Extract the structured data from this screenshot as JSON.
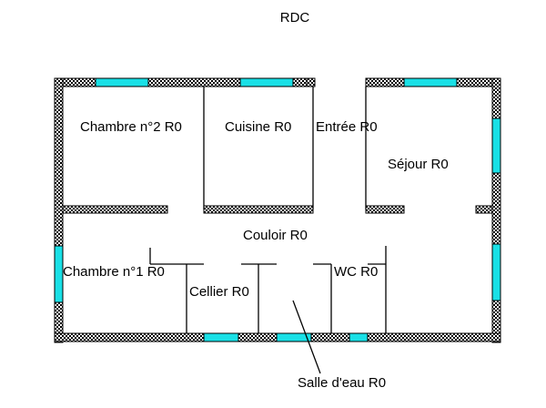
{
  "title": "RDC",
  "rooms": {
    "chambre2": "Chambre n°2 R0",
    "cuisine": "Cuisine R0",
    "entree": "Entrée R0",
    "sejour": "Séjour R0",
    "couloir": "Couloir R0",
    "chambre1": "Chambre n°1 R0",
    "cellier": "Cellier R0",
    "wc": "WC R0",
    "salle_eau": "Salle d'eau R0"
  },
  "colors": {
    "window": "#19e0e6",
    "wall_pattern_dark": "#000000",
    "wall_pattern_light": "#ffffff",
    "partition": "#000000",
    "text": "#000000"
  }
}
